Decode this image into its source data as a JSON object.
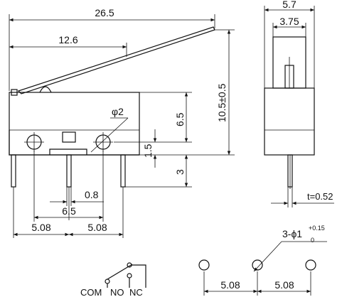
{
  "dimensions": {
    "overall_length": "26.5",
    "lever_pivot_span": "12.6",
    "hole_diameter": "φ2",
    "height_to_hole": "6.5",
    "hole_offset": "1.5",
    "pin_length": "3",
    "overall_height": "10.5±0.5",
    "side_width": "5.7",
    "side_inner_width": "3.75",
    "terminal_thickness": "t=0.52",
    "pin_width": "0.8",
    "pin_pitch_a": "6.5",
    "pin_pitch_left": "5.08",
    "pin_pitch_right": "5.08"
  },
  "hole_pattern": {
    "prefix": "3-",
    "phi": "ϕ",
    "diameter": "1",
    "tol_upper": "+0.15",
    "tol_lower": "0",
    "pitch_left": "5.08",
    "pitch_right": "5.08"
  },
  "schematic": {
    "com": "COM",
    "no": "NO",
    "nc": "NC"
  }
}
